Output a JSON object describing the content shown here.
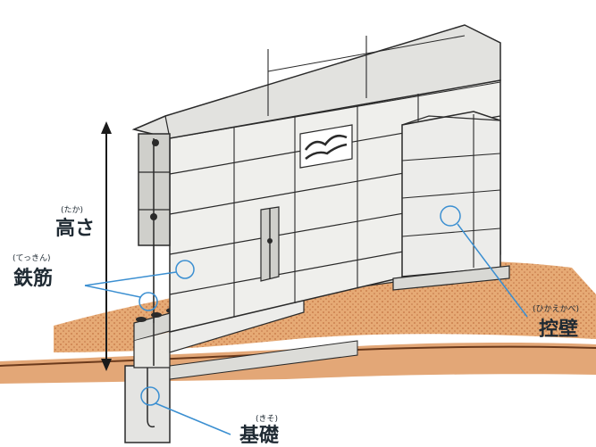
{
  "labels": {
    "height": {
      "text": "高さ",
      "ruby": "(たか)"
    },
    "rebar": {
      "text": "鉄筋",
      "ruby": "(てっきん)"
    },
    "buttress": {
      "text": "控壁",
      "ruby": "(ひかえかべ)"
    },
    "foundation": {
      "text": "基礎",
      "ruby": "(きそ)"
    }
  },
  "colors": {
    "callout": "#3b8fd1",
    "soil": "#d98a4a",
    "ink": "#2a2a2a",
    "concrete": "#e9e9e6"
  }
}
